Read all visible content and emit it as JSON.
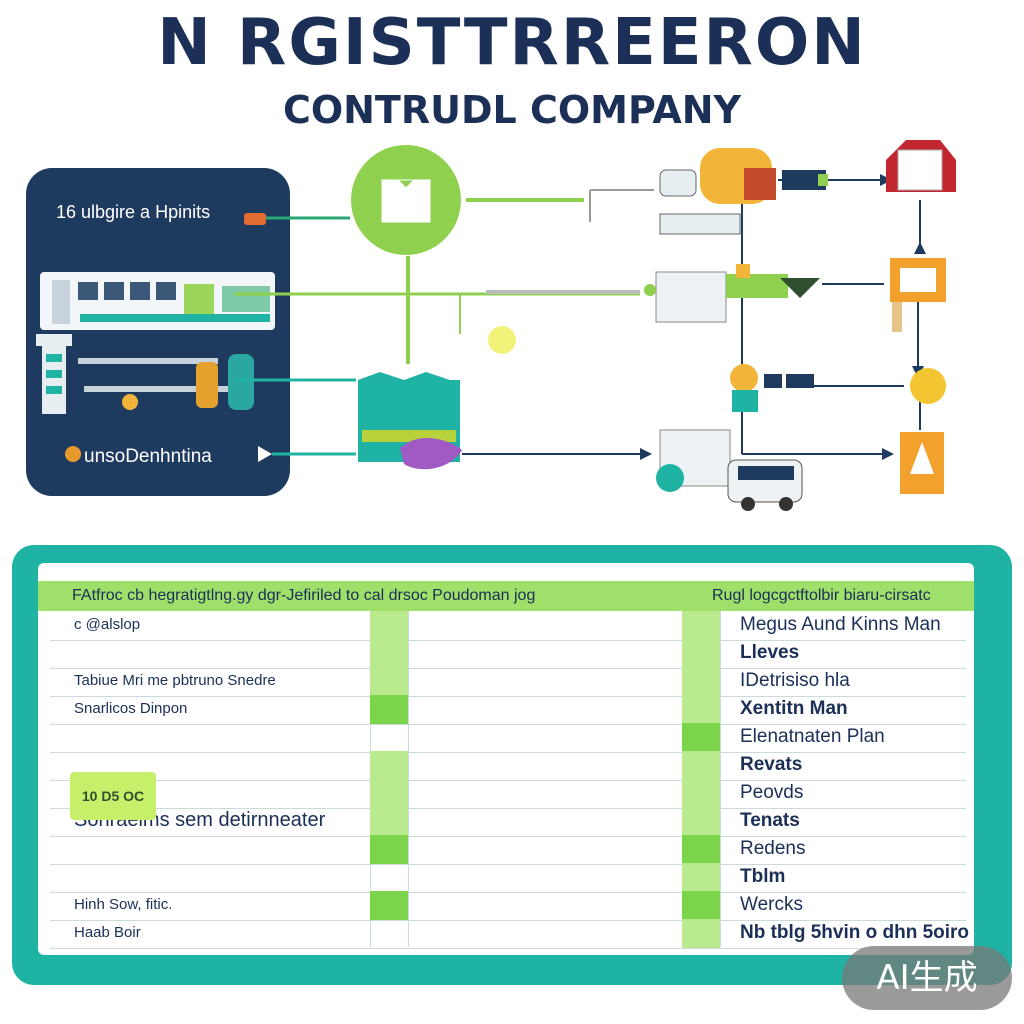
{
  "header": {
    "title": "N RGISTTRREERON",
    "subtitle": "CONTRUDL COMPANY"
  },
  "diagram": {
    "panel_top_label": "16 ulbgire a Hpinits",
    "panel_bottom_label": "unsoDenhntina"
  },
  "table": {
    "header_left": "FAtfroc cb hegratigtlng.gy dgr-Jefiriled to cal drsoc Poudoman jog",
    "header_right": "Rugl logcgctftolbir biaru-cirsatc",
    "chip_label": "10 D5 OC",
    "rows": [
      {
        "left": "c @alslop",
        "left_size": "normal",
        "right": "Megus Aund Kinns Man",
        "g1": "light",
        "g2": "light"
      },
      {
        "left": "",
        "left_size": "normal",
        "right": "Lleves",
        "g1": "light",
        "g2": "light"
      },
      {
        "left": "Tabiue Mri me pbtruno Snedre",
        "left_size": "normal",
        "right": "IDetrisiso hla",
        "g1": "light",
        "g2": "light"
      },
      {
        "left": "Snarlicos Dinpon",
        "left_size": "normal",
        "right": "Xentitn Man",
        "g1": "dark",
        "g2": "light"
      },
      {
        "left": "",
        "left_size": "normal",
        "right": "Elenatnaten Plan",
        "g1": "none",
        "g2": "dark"
      },
      {
        "left": "",
        "left_size": "normal",
        "right": "Revats",
        "g1": "light",
        "g2": "light"
      },
      {
        "left": "",
        "left_size": "normal",
        "right": "Peovds",
        "g1": "light",
        "g2": "light"
      },
      {
        "left": "Sonraeims sem detirnneater",
        "left_size": "big",
        "right": "Tenats",
        "g1": "light",
        "g2": "light"
      },
      {
        "left": "",
        "left_size": "normal",
        "right": "Redens",
        "g1": "dark",
        "g2": "dark"
      },
      {
        "left": "",
        "left_size": "normal",
        "right": "Tblm",
        "g1": "none",
        "g2": "light"
      },
      {
        "left": "Hinh Sow, fitic.",
        "left_size": "normal",
        "right": "Wercks",
        "g1": "dark",
        "g2": "dark"
      },
      {
        "left": "Haab Boir",
        "left_size": "normal",
        "right": "Nb tblg 5hvin o dhn 5oiro",
        "g1": "none",
        "g2": "light"
      }
    ]
  },
  "badge": {
    "label": "AI生成"
  },
  "colors": {
    "navy": "#1b2f57",
    "teal": "#1fb3a3",
    "lime": "#8fd14f",
    "green_dark": "#7cd44a",
    "green_light": "#b9ea8e"
  }
}
